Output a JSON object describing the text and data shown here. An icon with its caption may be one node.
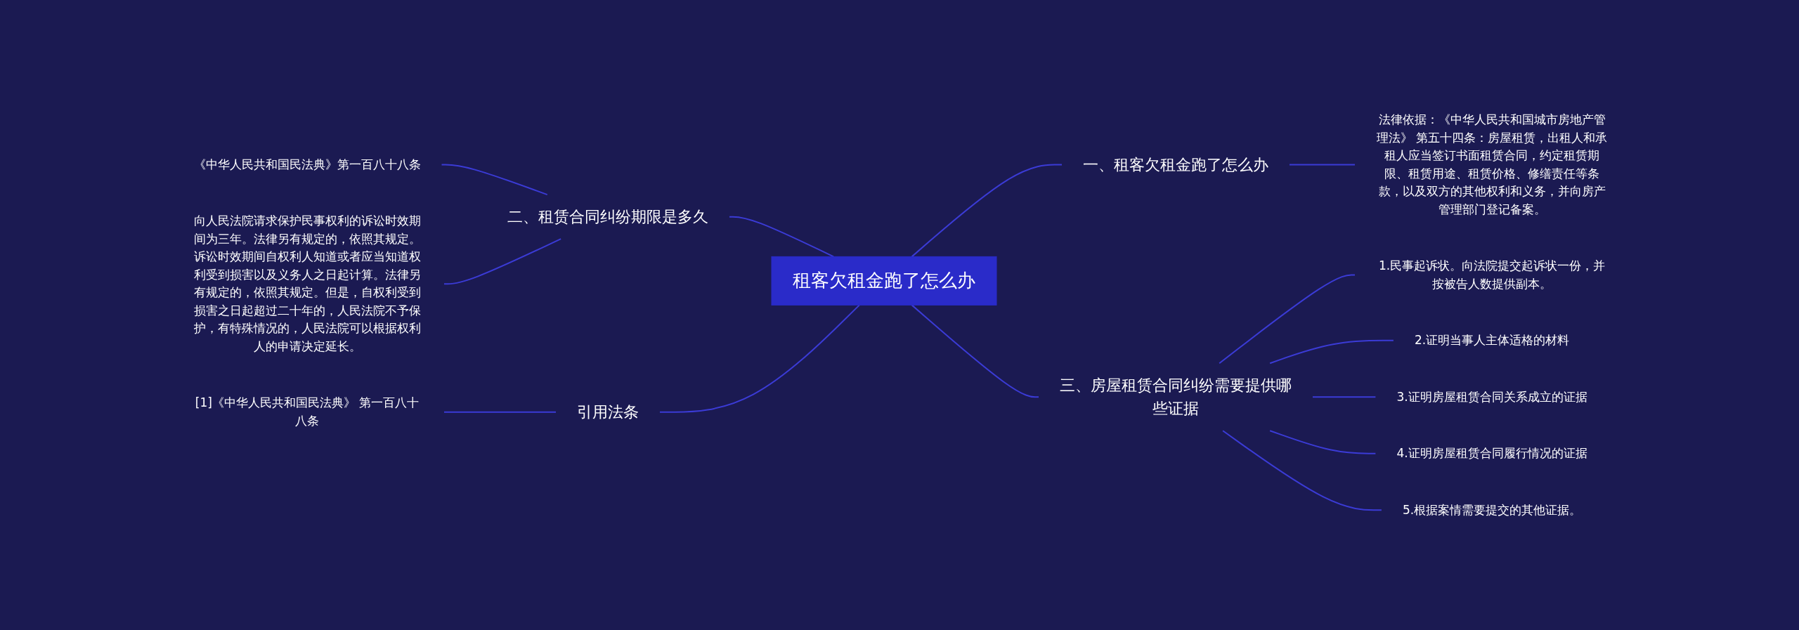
{
  "diagram": {
    "nodes": [
      {
        "text": [
          "租客欠租金跑了怎么办"
        ]
      },
      {
        "text": [
          "一、租客欠租金跑了怎么办"
        ]
      },
      {
        "text": [
          "法律依据：《中华人民共和国城市房地产管理法》 第五十四条：房屋租赁，出租人和承租人应当签订书面租赁合同，约定租赁期限、租赁用途、租赁价格、修缮责任等条款，以及双方的其他权利和义务，并向房产管理部门登记备案。"
        ]
      },
      {
        "text": [
          "三、房屋租赁合同纠纷需要提供哪些证据"
        ]
      },
      {
        "text": [
          "1.民事起诉状。向法院提交起诉状一份，并按被告人数提供副本。"
        ]
      },
      {
        "text": [
          "2.证明当事人主体适格的材料"
        ]
      },
      {
        "text": [
          "3.证明房屋租赁合同关系成立的证据"
        ]
      },
      {
        "text": [
          "4.证明房屋租赁合同履行情况的证据"
        ]
      },
      {
        "text": [
          "5.根据案情需要提交的其他证据。"
        ]
      },
      {
        "text": [
          "二、租赁合同纠纷期限是多久"
        ]
      },
      {
        "text": [
          "《中华人民共和国民法典》第一百八十八条"
        ]
      },
      {
        "text": [
          "向人民法院请求保护民事权利的诉讼时效期间为三年。法律另有规定的，依照其规定。诉讼时效期间自权利人知道或者应当知道权利受到损害以及义务人之日起计算。法律另有规定的，依照其规定。但是，自权利受到损害之日起超过二十年的，人民法院不予保护，有特殊情况的，人民法院可以根据权利人的申请决定延长。"
        ]
      },
      {
        "text": [
          "引用法条"
        ]
      },
      {
        "text": [
          "[1]《中华人民共和国民法典》 第一百八十八条"
        ]
      }
    ],
    "edges": [
      {
        "from": 0,
        "to": 1,
        "arrow": "none"
      },
      {
        "from": 1,
        "to": 2,
        "arrow": "none"
      },
      {
        "from": 0,
        "to": 3,
        "arrow": "none"
      },
      {
        "from": 3,
        "to": 4,
        "arrow": "none"
      },
      {
        "from": 3,
        "to": 5,
        "arrow": "none"
      },
      {
        "from": 3,
        "to": 6,
        "arrow": "none"
      },
      {
        "from": 3,
        "to": 7,
        "arrow": "none"
      },
      {
        "from": 3,
        "to": 8,
        "arrow": "none"
      },
      {
        "from": 9,
        "to": 0,
        "arrow": "none"
      },
      {
        "from": 10,
        "to": 9,
        "arrow": "none"
      },
      {
        "from": 11,
        "to": 9,
        "arrow": "none"
      },
      {
        "from": 12,
        "to": 0,
        "arrow": "none"
      },
      {
        "from": 13,
        "to": 12,
        "arrow": "none"
      }
    ]
  }
}
